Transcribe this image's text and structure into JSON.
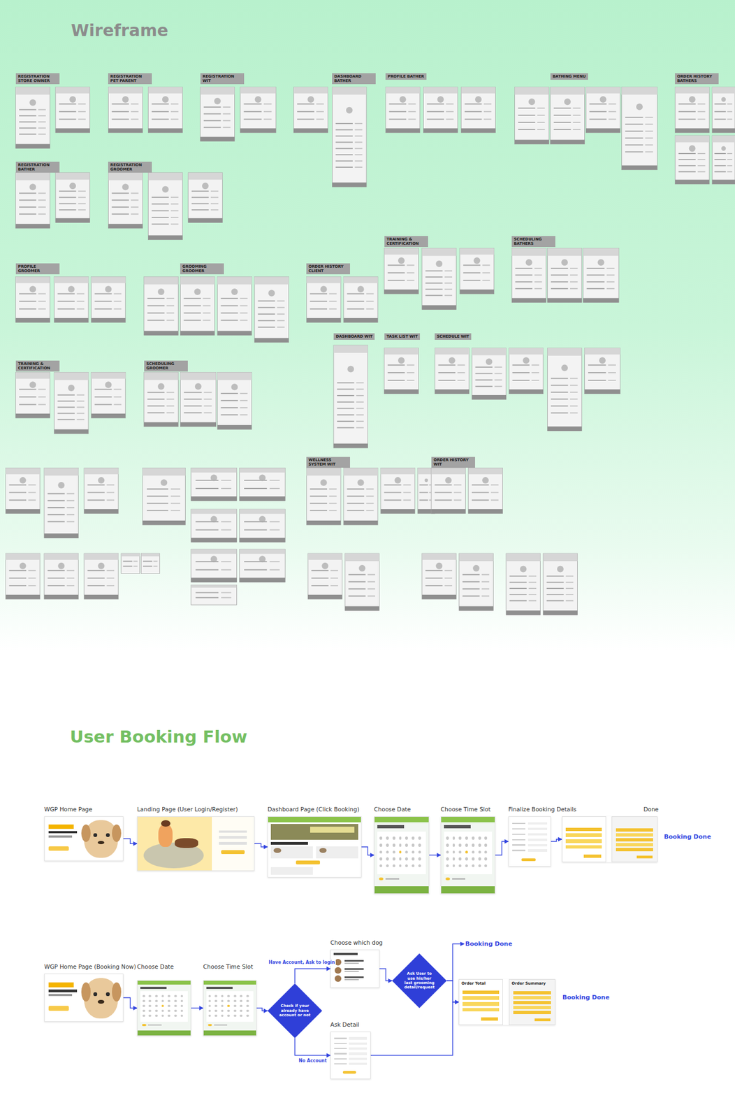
{
  "diagram": {
    "title": "Wireframe",
    "nodes": [
      {
        "text": [
          "WGP Home Page"
        ]
      },
      {
        "text": [
          "Landing Page (User Login/Register)"
        ]
      },
      {
        "text": [
          "Dashboard Page (Click Booking)"
        ]
      },
      {
        "text": [
          "Choose Date"
        ]
      },
      {
        "text": [
          "Choose Time Slot"
        ]
      },
      {
        "text": [
          "Finalize Booking Details"
        ]
      },
      {
        "text": [
          "Done"
        ]
      },
      {
        "text": [
          "Booking Done"
        ]
      },
      {
        "text": [
          "WGP Home Page (Booking Now)"
        ]
      },
      {
        "text": [
          "Choose Date"
        ]
      },
      {
        "text": [
          "Choose Time Slot"
        ]
      },
      {
        "text": [
          "Check if your already have account or not"
        ]
      },
      {
        "text": [
          "Choose which dog"
        ]
      },
      {
        "text": [
          "Booking Done"
        ]
      },
      {
        "text": [
          "Ask User to use his/her last grooming detail/request"
        ]
      },
      {
        "text": [
          "Ask Detail"
        ]
      },
      {
        "text": [
          "Order Total",
          "Order Summary"
        ]
      },
      {
        "text": [
          "Booking Done"
        ]
      }
    ],
    "edges": [
      {
        "from": 0,
        "to": 1,
        "arrow": "to"
      },
      {
        "from": 1,
        "to": 2,
        "arrow": "to"
      },
      {
        "from": 2,
        "to": 3,
        "arrow": "to"
      },
      {
        "from": 3,
        "to": 4,
        "arrow": "to"
      },
      {
        "from": 4,
        "to": 5,
        "arrow": "to"
      },
      {
        "from": 5,
        "to": 6,
        "arrow": "to"
      },
      {
        "from": 8,
        "to": 9,
        "arrow": "to"
      },
      {
        "from": 9,
        "to": 10,
        "arrow": "to"
      },
      {
        "from": 10,
        "to": 11,
        "arrow": "to"
      },
      {
        "from": 11,
        "to": 12,
        "label": "Have Account, Ask to login",
        "arrow": "to"
      },
      {
        "from": 11,
        "to": 15,
        "label": "No Account",
        "arrow": "to"
      },
      {
        "from": 12,
        "to": 14,
        "arrow": "to"
      },
      {
        "from": 14,
        "to": 13,
        "arrow": "to"
      },
      {
        "from": 14,
        "to": 16,
        "arrow": "to"
      },
      {
        "from": 15,
        "to": 16,
        "arrow": "to"
      }
    ],
    "labels": [
      "User Booking Flow",
      "REGISTRATION STORE OWNER",
      "REGISTRATION PET PARENT",
      "REGISTRATION WIT",
      "DASHBOARD BATHER",
      "PROFILE BATHER",
      "BATHING MENU",
      "ORDER HISTORY BATHERS",
      "REGISTRATION BATHER",
      "REGISTRATION GROOMER",
      "TRAINING & CERTIFICATION",
      "SCHEDULING BATHERS",
      "PROFILE GROOMER",
      "GROOMING GROOMER",
      "ORDER HISTORY CLIENT",
      "DASHBOARD WIT",
      "TASK LIST WIT",
      "SCHEDULE WIT",
      "TRAINING & CERTIFICATION",
      "SCHEDULING GROOMER",
      "WELLNESS SYSTEM WIT",
      "ORDER HISTORY WIT"
    ]
  }
}
